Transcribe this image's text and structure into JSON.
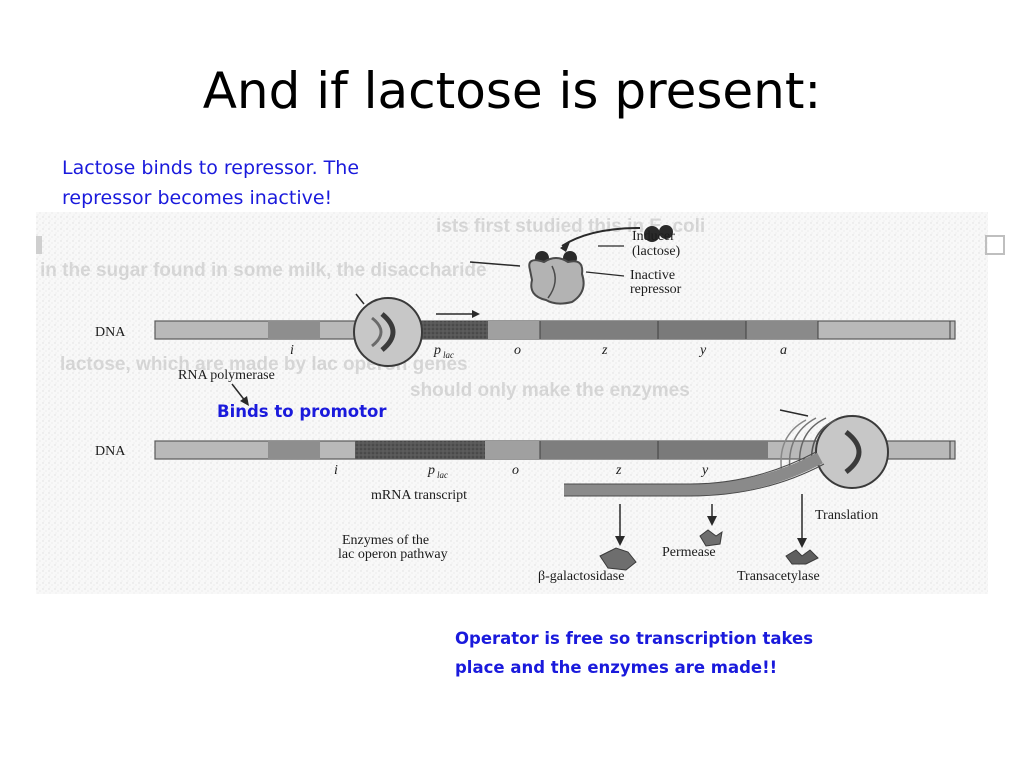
{
  "slide": {
    "title": "And if lactose is present:"
  },
  "notes": {
    "lactose_line1": "Lactose binds to repressor.  The",
    "lactose_line2": "repressor becomes inactive!",
    "promotor": "Binds to promotor",
    "operator_line1": "Operator is free so transcription takes",
    "operator_line2": "place and the enzymes are made!!"
  },
  "diagram": {
    "inducer_line1": "Inducer",
    "inducer_line2": "(lactose)",
    "repressor_line1": "Inactive",
    "repressor_line2": "repressor",
    "dna_top": "DNA",
    "dna_bottom": "DNA",
    "rna_polymerase": "RNA polymerase",
    "genes_top": {
      "i": "i",
      "p": "p",
      "p_sub": "lac",
      "o": "o",
      "z": "z",
      "y": "y",
      "a": "a"
    },
    "genes_bottom": {
      "i": "i",
      "p": "p",
      "p_sub": "lac",
      "o": "o",
      "z": "z",
      "y": "y"
    },
    "mrna": "mRNA transcript",
    "translation": "Translation",
    "enzymes_line1": "Enzymes of the",
    "enzymes_line2": "lac operon pathway",
    "galactosidase": "β-galactosidase",
    "permease": "Permease",
    "transacetylase": "Transacetylase",
    "ghost_text": {
      "line1": "ists first studied this in E. coli",
      "line2": "in the sugar found in some milk, the disaccharide",
      "line3": "lactose, which are made by lac operon genes",
      "line4": "should only make the enzymes"
    },
    "colors": {
      "strand": "#b7b7b7",
      "dark_segment": "#4e4e4e",
      "mid_segment": "#7a7a7a",
      "text": "#1a1adc"
    }
  }
}
